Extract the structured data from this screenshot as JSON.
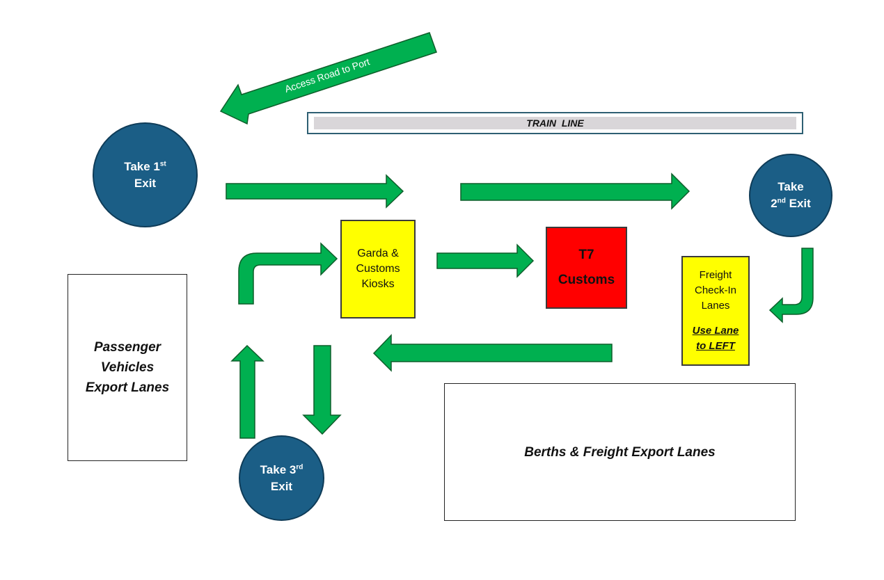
{
  "access_road": {
    "label": "Access Road to Port"
  },
  "train_line": {
    "label": "TRAIN  LINE"
  },
  "exits": {
    "first": {
      "line1_pre": "Take 1",
      "line1_sup": "st",
      "line2_pre": "Exit",
      "line2_sup": ""
    },
    "second": {
      "line1_pre": "Take",
      "line1_sup": "",
      "line2_pre": "2",
      "line2_sup": "nd",
      "line2_post": " Exit"
    },
    "third": {
      "line1_pre": "Take 3",
      "line1_sup": "rd",
      "line2_pre": "Exit"
    }
  },
  "kiosks": {
    "lines": [
      "Garda &",
      "Customs",
      "Kiosks"
    ]
  },
  "customs": {
    "lines": [
      "T7",
      "Customs"
    ]
  },
  "freight_checkin": {
    "lines": [
      "Freight",
      "Check-In",
      "Lanes"
    ],
    "note_lines": [
      "Use Lane",
      "to LEFT"
    ]
  },
  "passenger_lanes": {
    "lines": [
      "Passenger",
      "Vehicles",
      "Export Lanes"
    ]
  },
  "berths": {
    "label": "Berths & Freight Export Lanes"
  },
  "colors": {
    "arrow_fill": "#00b050",
    "arrow_stroke": "#0d5e2a",
    "exit_circle": "#1b5e86",
    "kiosk_yellow": "#ffff00",
    "customs_red": "#ff0000",
    "train_bar": "#d9d6d9"
  }
}
